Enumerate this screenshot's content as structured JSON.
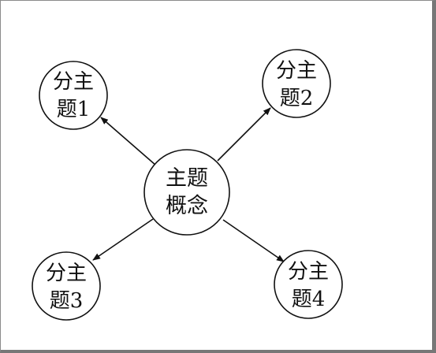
{
  "diagram": {
    "center": {
      "line1": "主题",
      "line2": "概念"
    },
    "nodes": [
      {
        "line1": "分主",
        "line2": "题1"
      },
      {
        "line1": "分主",
        "line2": "题2"
      },
      {
        "line1": "分主",
        "line2": "题3"
      },
      {
        "line1": "分主",
        "line2": "题4"
      }
    ],
    "stroke_color": "#111111",
    "background_color": "#ffffff"
  }
}
